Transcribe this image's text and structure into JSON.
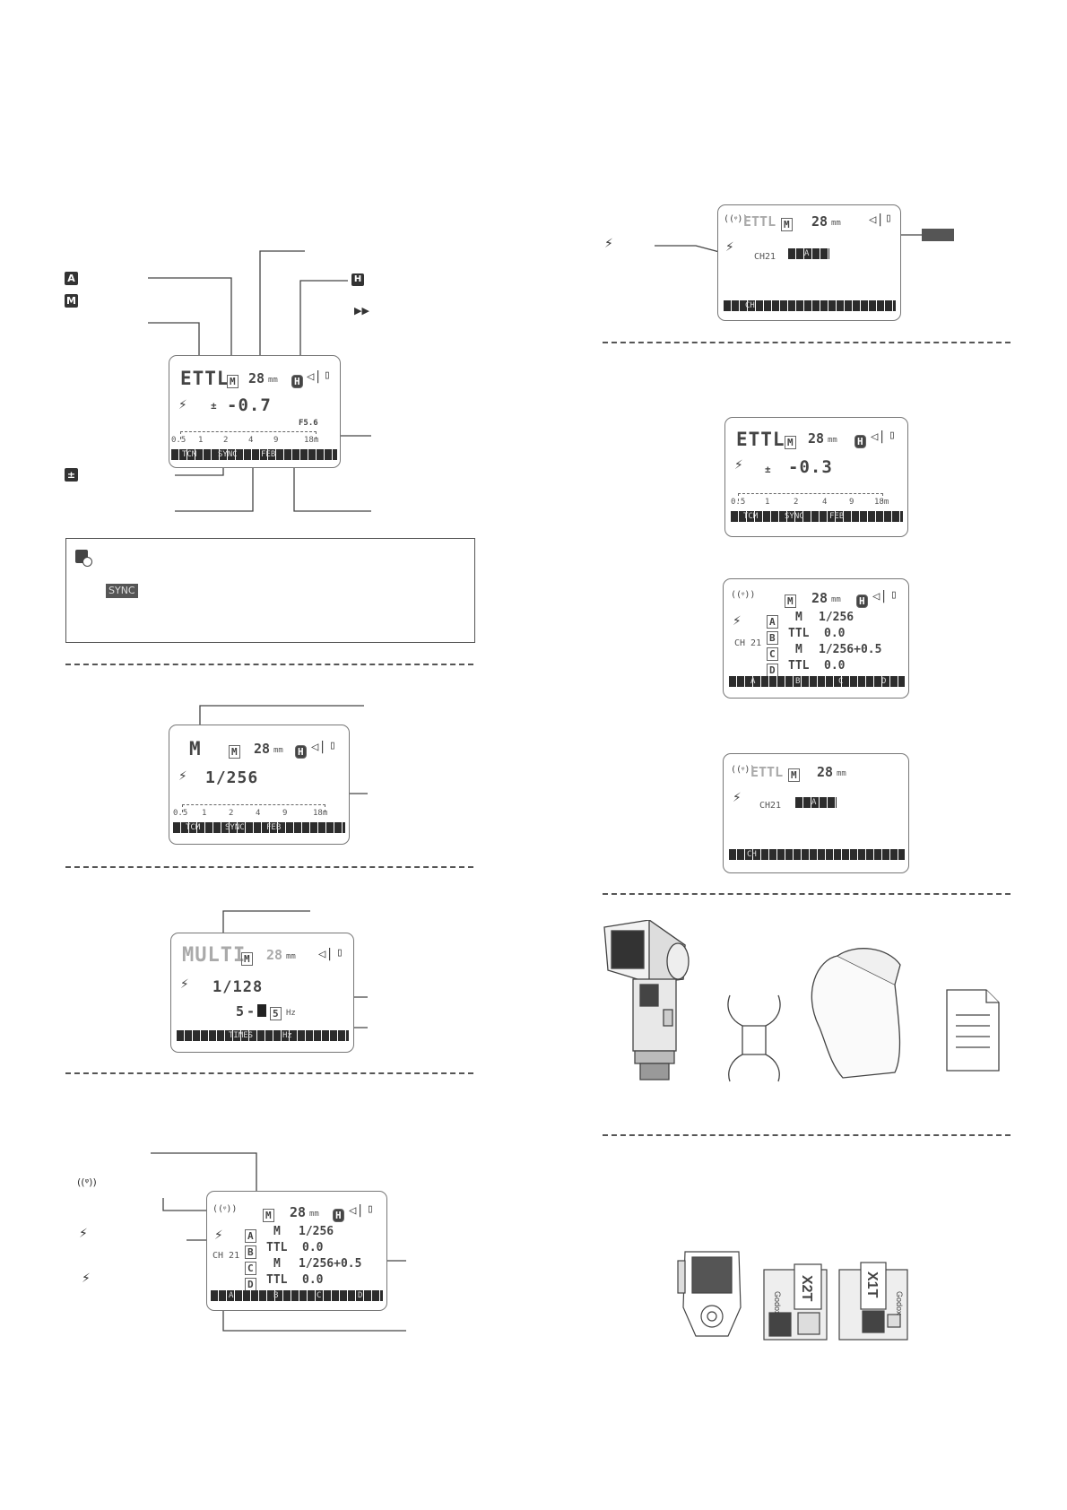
{
  "legend_icons": {
    "auto_zoom": "A",
    "manual_zoom": "M",
    "fec": "±",
    "high_speed_sync": "H",
    "second_curtain": "▶▶"
  },
  "panel_ettl": {
    "mode": "ETTL",
    "zoom_indicator": "M",
    "zoom": "28",
    "unit": "mm",
    "hss": "H",
    "fec_value": "-0.7",
    "fec_icon": "±",
    "aperture": "F5.6",
    "scale": [
      "0.5",
      "1",
      "2",
      "4",
      "9",
      "18m"
    ],
    "softkeys": [
      "TCM",
      "SYNC",
      "FEB"
    ]
  },
  "note": {
    "sync_chip": "SYNC"
  },
  "panel_m": {
    "mode": "M",
    "zoom_indicator": "M",
    "zoom": "28",
    "unit": "mm",
    "power": "1/256",
    "scale": [
      "0.5",
      "1",
      "2",
      "4",
      "9",
      "18m"
    ],
    "softkeys": [
      "TCM",
      "SYNC",
      "FEB"
    ]
  },
  "panel_multi": {
    "mode": "MULTI",
    "zoom_indicator": "M",
    "zoom": "28",
    "unit": "mm",
    "power": "1/128",
    "times": "5",
    "freq": "5",
    "freq_unit": "Hz",
    "softkeys": [
      "TIMES",
      "Hz"
    ]
  },
  "panel_master": {
    "zoom_indicator": "M",
    "zoom": "28",
    "unit": "mm",
    "channel": "CH 21",
    "groups": [
      {
        "g": "A",
        "mode": "M",
        "val": "1/256"
      },
      {
        "g": "B",
        "mode": "TTL",
        "val": "0.0"
      },
      {
        "g": "C",
        "mode": "M",
        "val": "1/256+0.5"
      },
      {
        "g": "D",
        "mode": "TTL",
        "val": "0.0"
      }
    ],
    "softkeys": [
      "A",
      "B",
      "C",
      "D"
    ]
  },
  "panel_slave_top": {
    "mode": "ETTL",
    "zoom_indicator": "M",
    "zoom": "28",
    "unit": "mm",
    "channel": "CH21",
    "group": "A",
    "softkeys": [
      "CH"
    ]
  },
  "panel_r_ettl": {
    "mode": "ETTL",
    "zoom_indicator": "M",
    "zoom": "28",
    "unit": "mm",
    "fec_value": "-0.3",
    "fec_icon": "±",
    "scale": [
      "0.5",
      "1",
      "2",
      "4",
      "9",
      "18m"
    ],
    "softkeys": [
      "TCM",
      "SYNC",
      "FEB"
    ]
  },
  "panel_r_master": {
    "zoom_indicator": "M",
    "zoom": "28",
    "unit": "mm",
    "channel": "CH 21",
    "groups": [
      {
        "g": "A",
        "mode": "M",
        "val": "1/256"
      },
      {
        "g": "B",
        "mode": "TTL",
        "val": "0.0"
      },
      {
        "g": "C",
        "mode": "M",
        "val": "1/256+0.5"
      },
      {
        "g": "D",
        "mode": "TTL",
        "val": "0.0"
      }
    ],
    "softkeys": [
      "A",
      "B",
      "C",
      "D"
    ]
  },
  "panel_r_slave": {
    "mode": "ETTL",
    "zoom_indicator": "M",
    "zoom": "28",
    "unit": "mm",
    "channel": "CH21",
    "group": "A",
    "softkeys": [
      "CH"
    ]
  },
  "product": {
    "brand": "Godox",
    "x2t_label": "X2T",
    "x1_label": "X1T"
  },
  "colors": {
    "ink": "#333333",
    "lcd_border": "#777777",
    "bar": "#2c2c2c",
    "chip": "#555555"
  }
}
